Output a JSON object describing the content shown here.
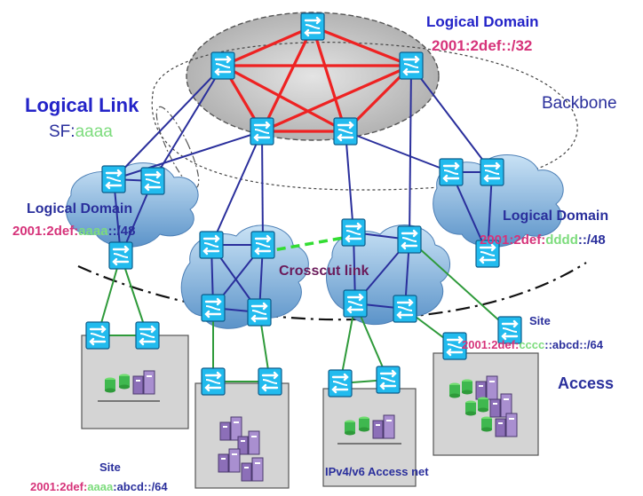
{
  "colors": {
    "backbone_link": "#ee2222",
    "domain_link": "#2a2f9c",
    "access_link": "#2e9a3a",
    "crosscut_link": "#33dd33",
    "prefix_pink": "#d6337a",
    "prefix_green": "#7ddc7d",
    "prefix_blue": "#2a2f9c",
    "heading_blue": "#2323c8",
    "switch_fill": "#22bbee",
    "cloud_fill": "#6fa8d8",
    "ellipse_fill": "#c0c0c0",
    "site_box": "#d4d4d4"
  },
  "icons": {
    "switch": "router-switch-icon",
    "server": "server-rack-icon"
  },
  "labels": {
    "logical_link_title": "Logical Link",
    "sf_prefix": "SF:",
    "sf_value": "aaaa",
    "top_domain_title": "Logical Domain",
    "top_domain_prefix": "2001:2def::/32",
    "backbone": "Backbone",
    "left_domain_title": "Logical Domain",
    "left_domain_prefix_a": "2001:2def:",
    "left_domain_prefix_b": "aaaa",
    "left_domain_prefix_c": "::/48",
    "right_domain_title": "Logical Domain",
    "right_domain_prefix_a": "2001:2def:",
    "right_domain_prefix_b": "dddd",
    "right_domain_prefix_c": "::/48",
    "crosscut": "Crosscut link",
    "right_site_title": "Site",
    "right_site_prefix_a": "2001:2def:",
    "right_site_prefix_b": "cccc",
    "right_site_prefix_c": "::abcd::/64",
    "access": "Access",
    "access_net": "IPv4/v6 Access net",
    "bottom_site_title": "Site",
    "bottom_site_prefix_a": "2001:2def:",
    "bottom_site_prefix_b": "aaaa",
    "bottom_site_prefix_c": ":abcd::/64"
  }
}
